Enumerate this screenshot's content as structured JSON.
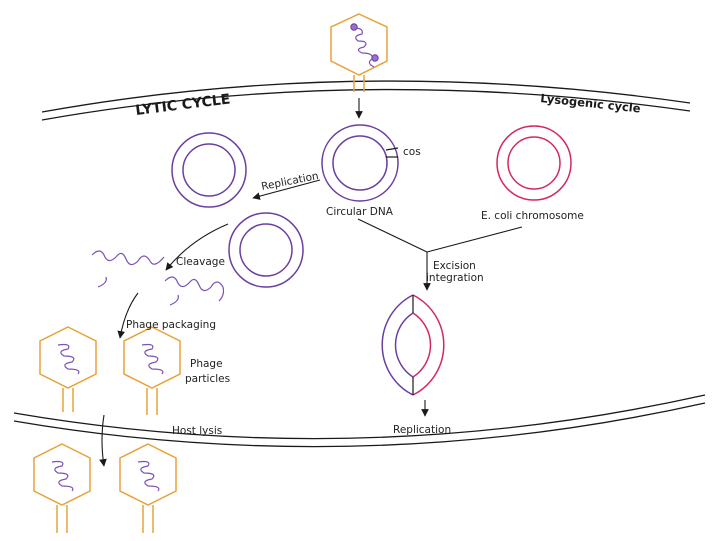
{
  "labels": {
    "lytic_cycle": "LYTIC CYCLE",
    "lysogenic_cycle": "Lysogenic cycle",
    "cos": "cos",
    "replication_top": "Replication",
    "circular_dna": "Circular DNA",
    "ecoli_chromosome": "E. coli chromosome",
    "cleavage": "Cleavage",
    "excision": "Excision",
    "integration": "integration",
    "phage_packaging": "Phage packaging",
    "phage": "Phage",
    "particles": "particles",
    "host_lysis": "Host lysis",
    "replication_bottom": "Replication"
  },
  "colors": {
    "phage_dna": "#6a3fa0",
    "host_chromosome": "#d4285d",
    "capsid": "#e8a23a",
    "membrane": "#1a1a1a"
  }
}
